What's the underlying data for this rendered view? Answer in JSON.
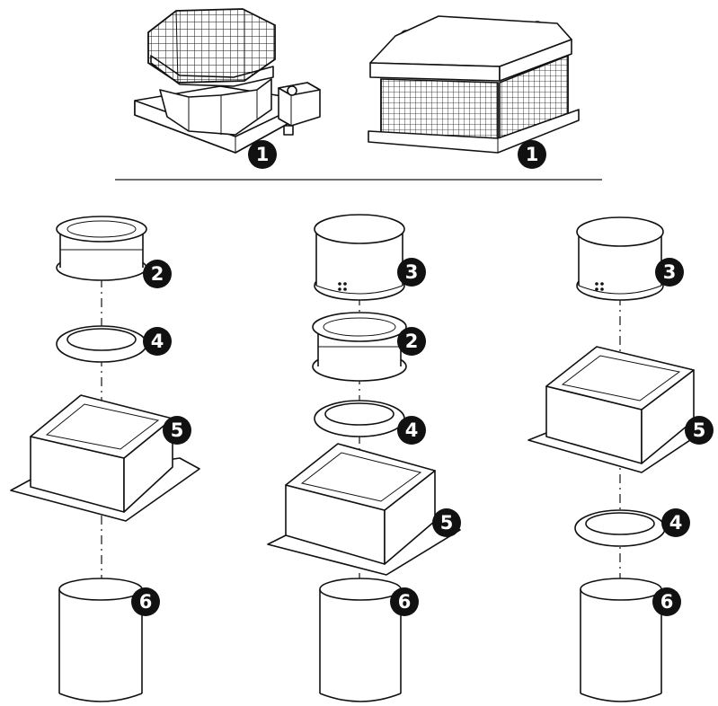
{
  "badges": {
    "fan_vertical": "1",
    "fan_horizontal": "1",
    "left_2": "2",
    "left_4": "4",
    "left_5": "5",
    "left_6": "6",
    "mid_3": "3",
    "mid_2": "2",
    "mid_4": "4",
    "mid_5": "5",
    "mid_6": "6",
    "right_3": "3",
    "right_5": "5",
    "right_4": "4",
    "right_6": "6"
  },
  "colors": {
    "line": "#111111",
    "badge": "#111111",
    "badge_text": "#ffffff",
    "background": "#ffffff"
  }
}
